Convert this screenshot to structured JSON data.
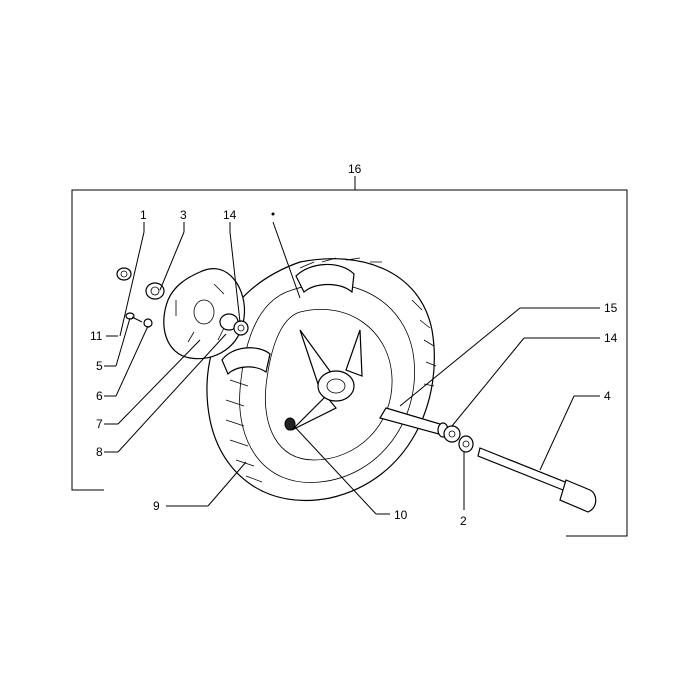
{
  "callouts": {
    "c1": "1",
    "c2": "2",
    "c3": "3",
    "c4": "4",
    "c5": "5",
    "c6": "6",
    "c7": "7",
    "c8": "8",
    "c9": "9",
    "c10": "10",
    "c11": "11",
    "c14a": "14",
    "c14b": "14",
    "c15": "15",
    "c16": "16"
  }
}
